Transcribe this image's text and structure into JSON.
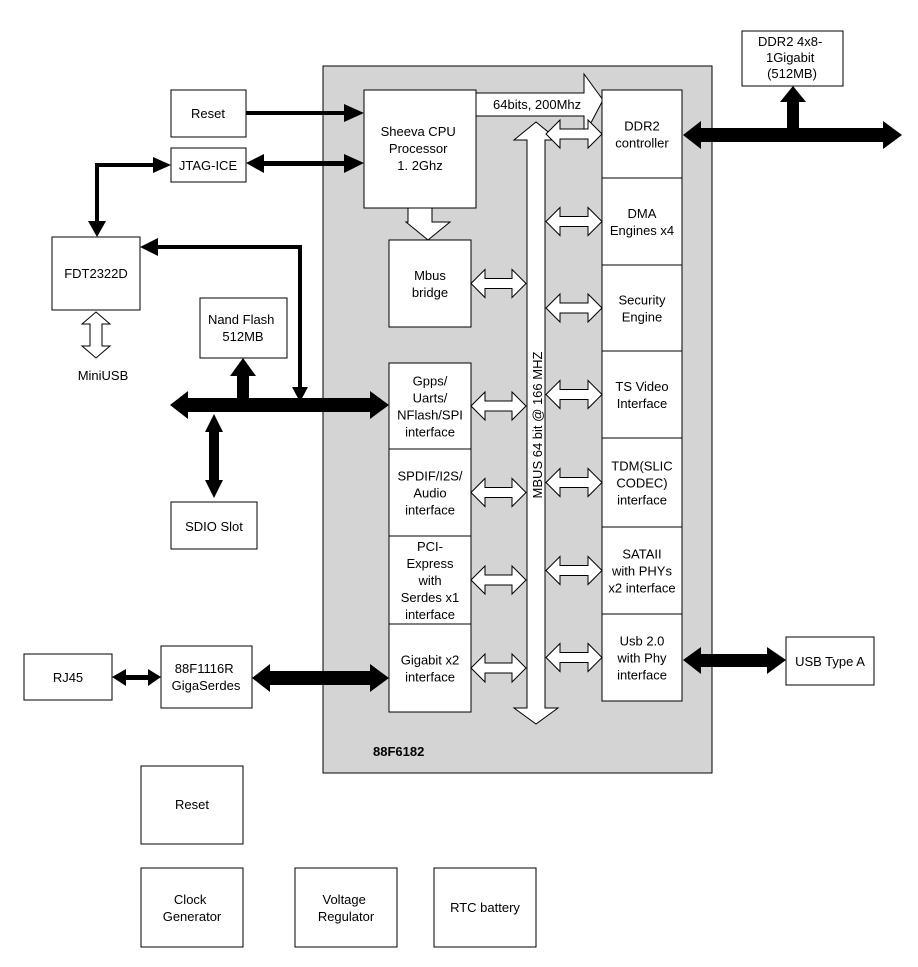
{
  "chip": {
    "name": "88F6182"
  },
  "cpu": {
    "lines": [
      "Sheeva CPU",
      "Processor",
      "1. 2Ghz"
    ]
  },
  "cpu_link": {
    "label": "64bits, 200Mhz"
  },
  "mbus": {
    "label": "MBUS 64 bit @ 166 MHZ"
  },
  "left_blocks": [
    {
      "lines": [
        "Mbus",
        "bridge"
      ]
    },
    {
      "lines": [
        "Gpps/",
        "Uarts/",
        "NFlash/SPI",
        "interface"
      ]
    },
    {
      "lines": [
        "SPDIF/I2S/",
        "Audio",
        "interface"
      ]
    },
    {
      "lines": [
        "PCI-",
        "Express",
        "with",
        "Serdes x1",
        "interface"
      ]
    },
    {
      "lines": [
        "Gigabit x2",
        "interface"
      ]
    }
  ],
  "right_blocks": [
    {
      "lines": [
        "DDR2",
        "controller"
      ]
    },
    {
      "lines": [
        "DMA",
        "Engines x4"
      ]
    },
    {
      "lines": [
        "Security",
        "Engine"
      ]
    },
    {
      "lines": [
        "TS Video",
        "Interface"
      ]
    },
    {
      "lines": [
        "TDM(SLIC",
        "CODEC)",
        "interface"
      ]
    },
    {
      "lines": [
        "SATAII",
        "with PHYs",
        "x2 interface"
      ]
    },
    {
      "lines": [
        "Usb 2.0",
        "with Phy",
        "interface"
      ]
    }
  ],
  "external": {
    "reset_top": {
      "lines": [
        "Reset"
      ]
    },
    "jtag": {
      "lines": [
        "JTAG-ICE"
      ]
    },
    "fdt": {
      "lines": [
        "FDT2322D"
      ]
    },
    "miniusb": {
      "label": "MiniUSB"
    },
    "nand": {
      "lines": [
        "Nand Flash",
        "512MB"
      ]
    },
    "sdio": {
      "lines": [
        "SDIO Slot"
      ]
    },
    "rj45": {
      "lines": [
        "RJ45"
      ]
    },
    "phy": {
      "lines": [
        "88F1116R",
        "GigaSerdes"
      ]
    },
    "ddr2_mem": {
      "lines": [
        "DDR2 4x8-",
        "1Gigabit",
        "(512MB)"
      ]
    },
    "usb_a": {
      "lines": [
        "USB Type A"
      ]
    },
    "reset_bottom": {
      "lines": [
        "Reset"
      ]
    },
    "clock": {
      "lines": [
        "Clock",
        "Generator"
      ]
    },
    "voltage": {
      "lines": [
        "Voltage",
        "Regulator"
      ]
    },
    "rtc": {
      "lines": [
        "RTC battery"
      ]
    }
  },
  "colors": {
    "chip_fill": "#d4d4d4",
    "line": "#000000",
    "box_fill": "#ffffff"
  }
}
